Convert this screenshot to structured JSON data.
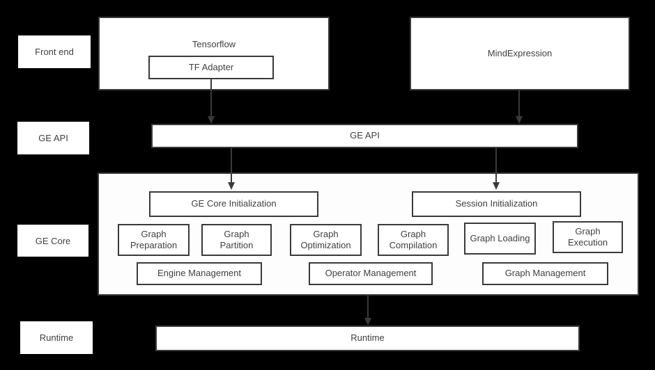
{
  "colors": {
    "background": "#000000",
    "box_fill": "#ffffff",
    "border": "#3a3a3a",
    "text": "#404040"
  },
  "layer_labels": {
    "front_end": "Front end",
    "ge_api": "GE API",
    "ge_core": "GE Core",
    "runtime": "Runtime"
  },
  "front_end": {
    "tensorflow": "Tensorflow",
    "tf_adapter": "TF Adapter",
    "mind_expression": "MindExpression"
  },
  "ge_api": {
    "bar_label": "GE API"
  },
  "ge_core": {
    "core_initialization": "GE Core Initialization",
    "session_initialization": "Session Initialization",
    "modules": [
      "Graph Preparation",
      "Graph Partition",
      "Graph Optimization",
      "Graph Compilation",
      "Graph Loading",
      "Graph Execution"
    ],
    "management": [
      "Engine Management",
      "Operator Management",
      "Graph Management"
    ]
  },
  "runtime": {
    "bar_label": "Runtime"
  }
}
